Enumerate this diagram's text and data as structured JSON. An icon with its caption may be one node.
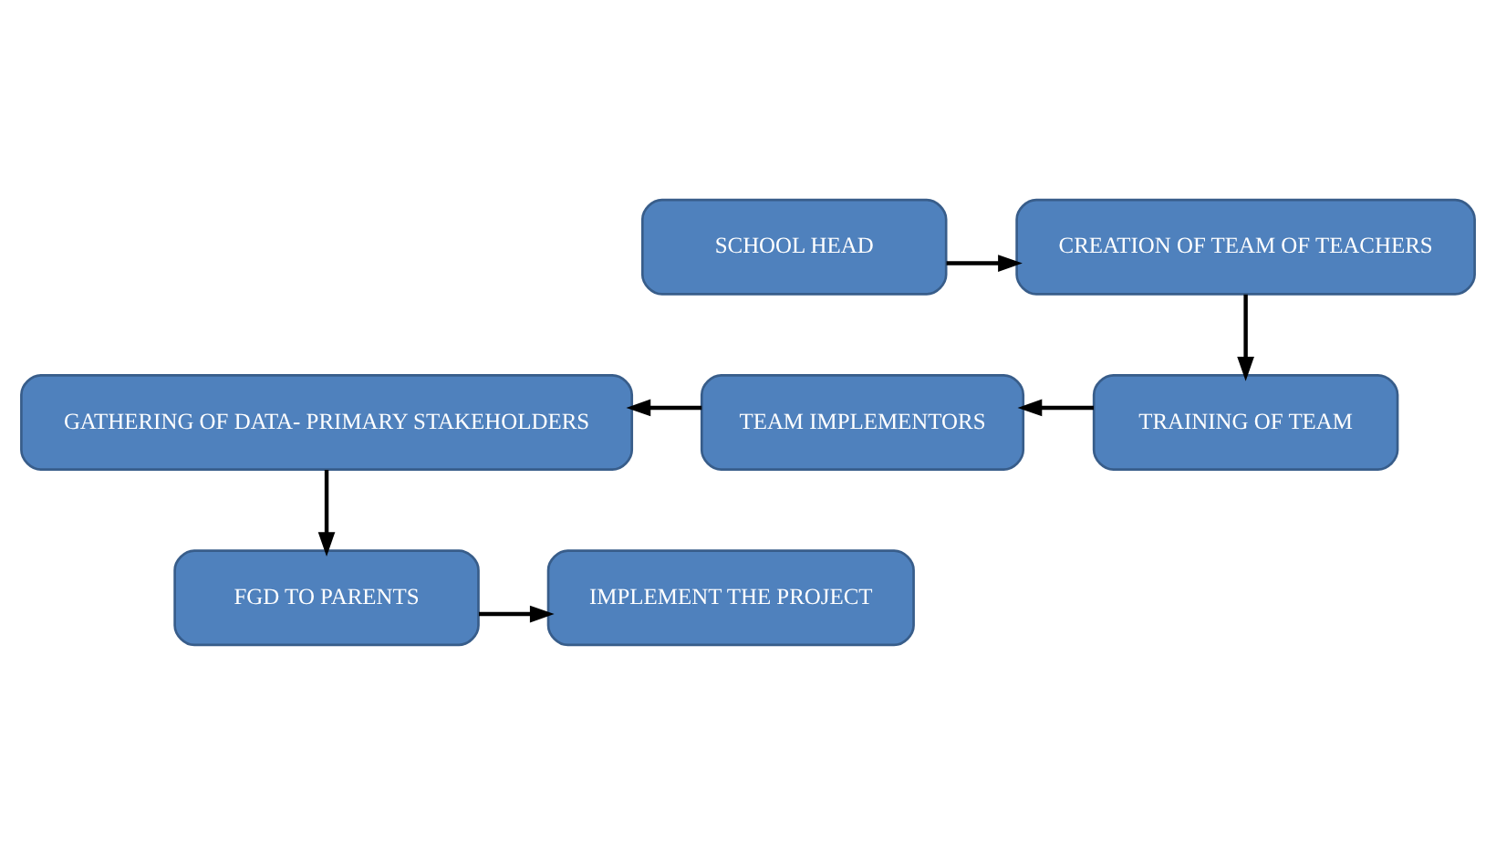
{
  "diagram": {
    "nodes": [
      {
        "text": [
          "SCHOOL HEAD"
        ]
      },
      {
        "text": [
          "CREATION OF TEAM OF TEACHERS"
        ]
      },
      {
        "text": [
          "TRAINING OF TEAM"
        ]
      },
      {
        "text": [
          "TEAM IMPLEMENTORS"
        ]
      },
      {
        "text": [
          "GATHERING OF DATA- PRIMARY STAKEHOLDERS"
        ]
      },
      {
        "text": [
          "FGD TO PARENTS"
        ]
      },
      {
        "text": [
          "IMPLEMENT THE PROJECT"
        ]
      }
    ],
    "edges": [
      {
        "from": 0,
        "to": 1,
        "arrow": "to"
      },
      {
        "from": 1,
        "to": 2,
        "arrow": "to"
      },
      {
        "from": 2,
        "to": 3,
        "arrow": "to"
      },
      {
        "from": 3,
        "to": 4,
        "arrow": "to"
      },
      {
        "from": 4,
        "to": 5,
        "arrow": "to"
      },
      {
        "from": 5,
        "to": 6,
        "arrow": "to"
      }
    ]
  }
}
